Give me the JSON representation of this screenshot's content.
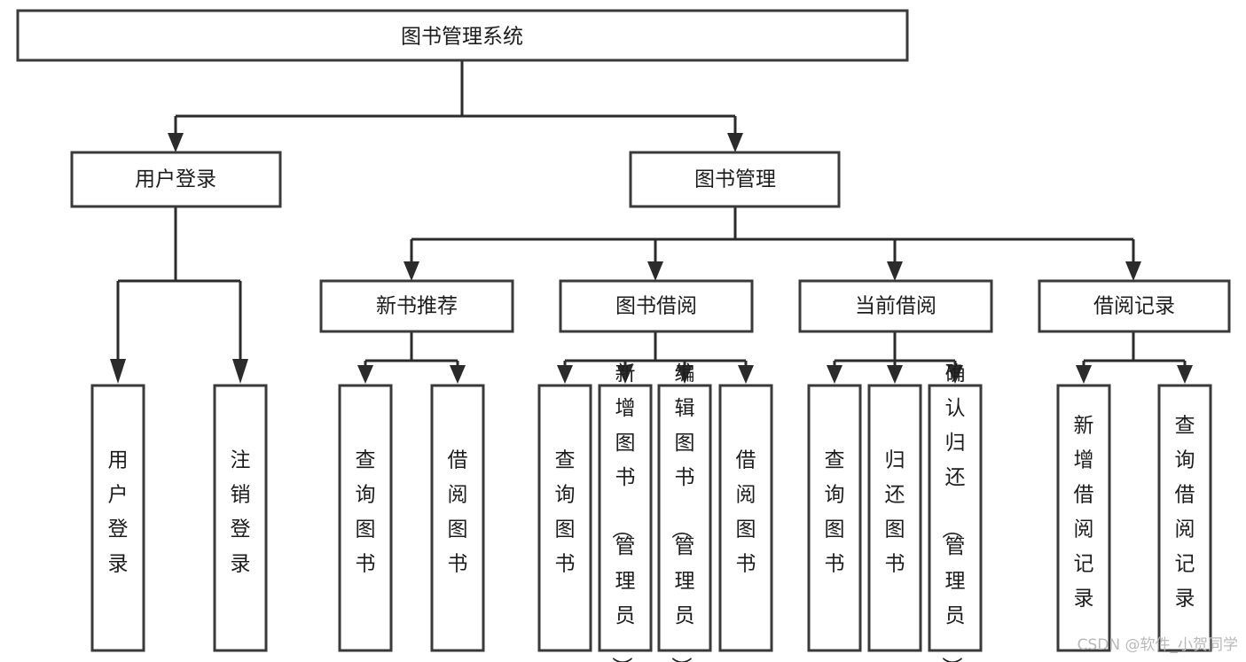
{
  "diagram": {
    "title": "图书管理系统",
    "type": "tree",
    "root": {
      "id": "root",
      "label": "图书管理系统",
      "orientation": "horizontal"
    },
    "level2": [
      {
        "id": "user-login",
        "label": "用户登录",
        "orientation": "horizontal"
      },
      {
        "id": "book-management",
        "label": "图书管理",
        "orientation": "horizontal"
      }
    ],
    "level3": [
      {
        "id": "new-book-recommend",
        "label": "新书推荐",
        "orientation": "horizontal",
        "parent": "book-management"
      },
      {
        "id": "book-borrow",
        "label": "图书借阅",
        "orientation": "horizontal",
        "parent": "book-management"
      },
      {
        "id": "current-borrow",
        "label": "当前借阅",
        "orientation": "horizontal",
        "parent": "book-management"
      },
      {
        "id": "borrow-record",
        "label": "借阅记录",
        "orientation": "horizontal",
        "parent": "book-management"
      }
    ],
    "leaves": [
      {
        "id": "leaf-user-login",
        "label": "用户登录",
        "orientation": "vertical",
        "parent": "user-login"
      },
      {
        "id": "leaf-logout-login",
        "label": "注销登录",
        "orientation": "vertical",
        "parent": "user-login"
      },
      {
        "id": "leaf-query-book-1",
        "label": "查询图书",
        "orientation": "vertical",
        "parent": "new-book-recommend"
      },
      {
        "id": "leaf-borrow-book-1",
        "label": "借阅图书",
        "orientation": "vertical",
        "parent": "new-book-recommend"
      },
      {
        "id": "leaf-query-book-2",
        "label": "查询图书",
        "orientation": "vertical",
        "parent": "book-borrow"
      },
      {
        "id": "leaf-add-book",
        "label": "新增图书（管理员）",
        "orientation": "vertical",
        "parent": "book-borrow"
      },
      {
        "id": "leaf-edit-book",
        "label": "编辑图书（管理员）",
        "orientation": "vertical",
        "parent": "book-borrow"
      },
      {
        "id": "leaf-borrow-book-2",
        "label": "借阅图书",
        "orientation": "vertical",
        "parent": "book-borrow"
      },
      {
        "id": "leaf-query-book-3",
        "label": "查询图书",
        "orientation": "vertical",
        "parent": "current-borrow"
      },
      {
        "id": "leaf-return-book",
        "label": "归还图书",
        "orientation": "vertical",
        "parent": "current-borrow"
      },
      {
        "id": "leaf-confirm-return",
        "label": "确认归还（管理员）",
        "orientation": "vertical",
        "parent": "current-borrow"
      },
      {
        "id": "leaf-add-record",
        "label": "新增借阅记录",
        "orientation": "vertical",
        "parent": "borrow-record"
      },
      {
        "id": "leaf-query-record",
        "label": "查询借阅记录",
        "orientation": "vertical",
        "parent": "borrow-record"
      }
    ]
  },
  "watermark": {
    "text": "CSDN @软件_小贺同学"
  },
  "colors": {
    "box_stroke": "#3a3a3a",
    "connector": "#2b2b2b",
    "text": "#1c1c1c",
    "background": "#ffffff",
    "watermark": "#b9b9b9"
  }
}
